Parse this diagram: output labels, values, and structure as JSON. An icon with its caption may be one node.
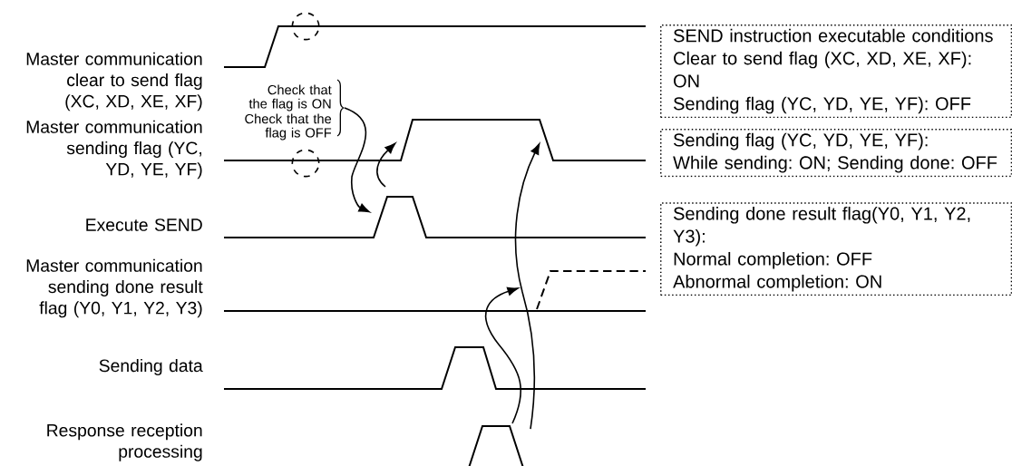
{
  "diagram": {
    "nodes": [
      {
        "text": [
          "SEND instruction executable conditions",
          "Clear to send flag (XC, XD, XE, XF): ON",
          "Sending flag (YC, YD, YE, YF): OFF"
        ]
      },
      {
        "text": [
          "Sending flag (YC, YD, YE, YF):",
          "While sending: ON; Sending done: OFF"
        ]
      },
      {
        "text": [
          "Sending done result flag(Y0, Y1, Y2, Y3):",
          "Normal completion: OFF",
          "Abnormal completion: ON"
        ]
      }
    ],
    "labels": [
      "Master communication clear to send flag (XC, XD, XE, XF)",
      "Check that the flag is ON",
      "Check that the flag is OFF",
      "Master communication sending flag (YC, YD, YE, YF)",
      "Execute SEND",
      "Master communication sending done result flag (Y0, Y1, Y2, Y3)",
      "Sending data",
      "Response reception processing"
    ]
  }
}
